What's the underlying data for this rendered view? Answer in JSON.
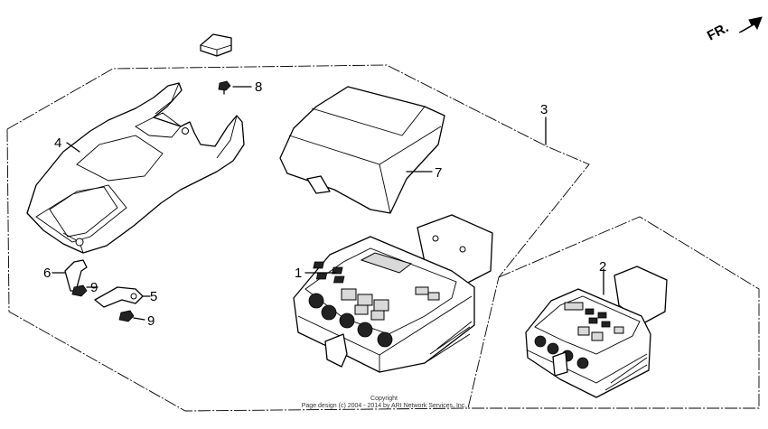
{
  "direction": {
    "label": "FR."
  },
  "callouts": [
    {
      "id": "1",
      "label": "1"
    },
    {
      "id": "2",
      "label": "2"
    },
    {
      "id": "3",
      "label": "3"
    },
    {
      "id": "4",
      "label": "4"
    },
    {
      "id": "5",
      "label": "5"
    },
    {
      "id": "6",
      "label": "6"
    },
    {
      "id": "7",
      "label": "7"
    },
    {
      "id": "8",
      "label": "8"
    },
    {
      "id": "9a",
      "label": "9"
    },
    {
      "id": "9b",
      "label": "9"
    }
  ],
  "footer": {
    "line1": "Copyright",
    "line2": "Page design (c) 2004 - 2014 by ARI Network Services, Inc."
  }
}
